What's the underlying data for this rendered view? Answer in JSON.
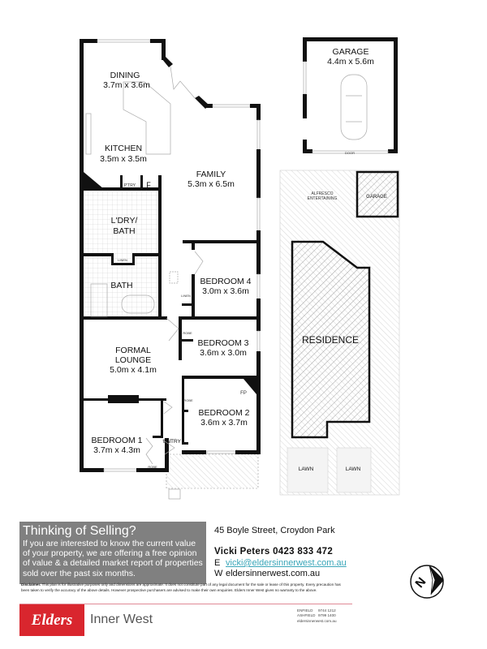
{
  "rooms": {
    "dining": {
      "name": "DINING",
      "size": "3.7m x 3.6m"
    },
    "kitchen": {
      "name": "KITCHEN",
      "size": "3.5m x 3.5m"
    },
    "family": {
      "name": "FAMILY",
      "size": "5.3m x 6.5m"
    },
    "laundry": {
      "name1": "L'DRY/",
      "name2": "BATH"
    },
    "bath": {
      "name": "BATH"
    },
    "bedroom4": {
      "name": "BEDROOM 4",
      "size": "3.0m x 3.6m"
    },
    "bedroom3": {
      "name": "BEDROOM 3",
      "size": "3.6m x 3.0m"
    },
    "bedroom2": {
      "name": "BEDROOM 2",
      "size": "3.6m x 3.7m"
    },
    "bedroom1": {
      "name": "BEDROOM 1",
      "size": "3.7m x 4.3m"
    },
    "lounge": {
      "name1": "FORMAL",
      "name2": "LOUNGE",
      "size": "5.0m x 4.1m"
    },
    "garage": {
      "name": "GARAGE",
      "size": "4.4m x 5.6m"
    },
    "pantry": "P'TRY",
    "fridge": "F",
    "linen": "LINEN",
    "robe": "ROBE",
    "fireplace": "FP",
    "entry": "ENTRY",
    "door": "DOOR"
  },
  "site": {
    "alfresco1": "ALFRESCO",
    "alfresco2": "ENTERTAINING",
    "garage": "GARAGE",
    "residence": "RESIDENCE",
    "lawn": "LAWN"
  },
  "promo": {
    "title": "Thinking of Selling?",
    "body": "If you are interested to know the current value of your property, we are offering a free opinion of value & a detailed market report of properties sold over the past six months."
  },
  "contact": {
    "address": "45 Boyle Street, Croydon Park",
    "agent": "Vicki Peters  0423 833 472",
    "email_label": "E",
    "email": "vicki@eldersinnerwest.com.au",
    "web_label": "W",
    "web": "eldersinnerwest.com.au"
  },
  "disclaimer": {
    "label": "Disclaimer.",
    "text": "This plan is for illustrative purposes only and dimensions are approximate.  It does not constitute part of any legal document for the sale or lease of this property.  Every precaution has been taken to verify the accuracy of the above details.  However prospective purchasers are advised to make their own enquiries. Elders Inner West gives no warranty to the above."
  },
  "brand": {
    "logo": "Elders",
    "name": "Inner West",
    "offices": [
      {
        "name": "ENFIELD",
        "phone": "9744 1212"
      },
      {
        "name": "ASHFIELD",
        "phone": "9799 1400"
      }
    ],
    "web": "eldersinnerwest.com.au",
    "accent": "#d9262e",
    "promo_bg": "#808080"
  },
  "compass": {
    "label": "N",
    "icon": "north-arrow-icon"
  }
}
